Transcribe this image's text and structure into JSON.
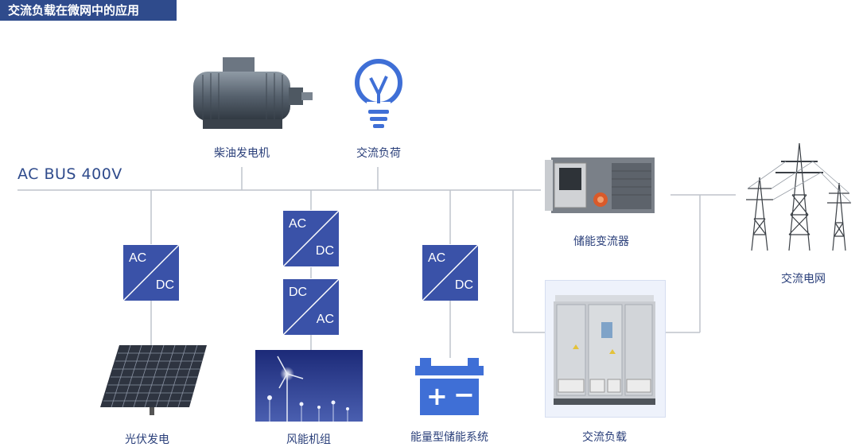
{
  "title": "交流负载在微网中的应用",
  "bus": {
    "label": "AC BUS 400V"
  },
  "top_items": {
    "diesel_generator": "柴油发电机",
    "ac_load_top": "交流负荷"
  },
  "storage_converter": "储能变流器",
  "grid": "交流电网",
  "converters": {
    "solar": {
      "top": "AC",
      "bottom": "DC"
    },
    "wind_1": {
      "top": "AC",
      "bottom": "DC"
    },
    "wind_2": {
      "top": "DC",
      "bottom": "AC"
    },
    "battery": {
      "top": "AC",
      "bottom": "DC"
    }
  },
  "bottom_items": {
    "solar": "光伏发电",
    "wind": "风能机组",
    "battery": "能量型储能系统",
    "ac_load_cabinet": "交流负载"
  },
  "battery_symbols": {
    "plus": "+",
    "minus": "−"
  },
  "colors": {
    "accent": "#2f4b8c",
    "converter": "#3a52a8",
    "line": "#bfc4cc"
  }
}
